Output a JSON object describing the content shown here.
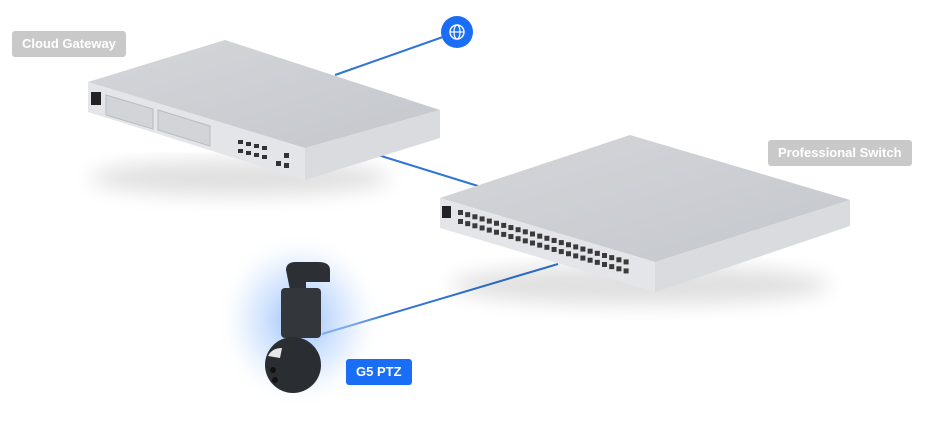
{
  "devices": {
    "gateway": {
      "label": "Cloud Gateway"
    },
    "switch": {
      "label": "Professional Switch"
    },
    "camera": {
      "label": "G5 PTZ"
    },
    "internet": {
      "icon": "globe-icon"
    }
  },
  "colors": {
    "accent": "#1a6ef5",
    "label_gray": "#c9c9c9",
    "link": "#2f74d6"
  }
}
